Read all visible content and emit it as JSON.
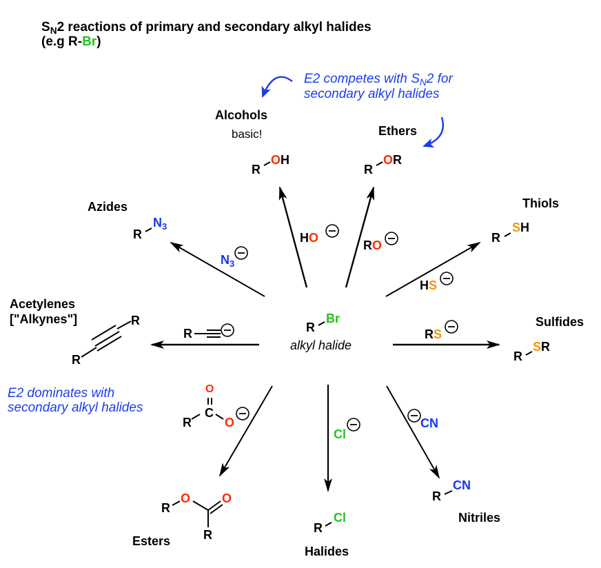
{
  "colors": {
    "black": "#000000",
    "oxygen": "#ff2a00",
    "sulfur": "#f2940c",
    "nitrogen": "#1536f5",
    "halogen": "#22c41c",
    "note": "#1a3df0"
  },
  "title": {
    "line1_s": "S",
    "line1_sub": "N",
    "line1_rest": "2 reactions of primary and secondary alkyl halides",
    "line2_pre": "(e.g R-",
    "line2_br": "Br",
    "line2_post": ")"
  },
  "center": {
    "r": "R",
    "halide": "Br",
    "caption": "alkyl halide"
  },
  "notes": {
    "e2_competes_a": "E2 competes with S",
    "e2_competes_sub": "N",
    "e2_competes_b": "2 for",
    "e2_competes_line2": "secondary alkyl halides",
    "e2_dominates_line1": "E2 dominates with",
    "e2_dominates_line2": "secondary alkyl halides"
  },
  "products": {
    "alcohols": {
      "name": "Alcohols",
      "remark": "basic!",
      "r": "R",
      "heteroatom": "O",
      "tail": "H"
    },
    "ethers": {
      "name": "Ethers",
      "r": "R",
      "heteroatom": "O",
      "tail": "R"
    },
    "azides": {
      "name": "Azides",
      "r": "R",
      "group": "N",
      "group_sub": "3"
    },
    "thiols": {
      "name": "Thiols",
      "r": "R",
      "heteroatom": "S",
      "tail": "H"
    },
    "acetylenes": {
      "name_line1": "Acetylenes",
      "name_line2": "[\"Alkynes\"]",
      "r1": "R",
      "r2": "R"
    },
    "sulfides": {
      "name": "Sulfides",
      "r": "R",
      "heteroatom": "S",
      "tail": "R"
    },
    "esters": {
      "name": "Esters",
      "r1": "R",
      "o_single": "O",
      "o_double": "O",
      "r2": "R"
    },
    "halides": {
      "name": "Halides",
      "r": "R",
      "halogen": "Cl"
    },
    "nitriles": {
      "name": "Nitriles",
      "r": "R",
      "group": "CN"
    }
  },
  "reagents": {
    "hydroxide": {
      "h": "H",
      "o": "O",
      "charge": "−"
    },
    "alkoxide": {
      "r": "R",
      "o": "O",
      "charge": "−"
    },
    "azide": {
      "n": "N",
      "sub": "3",
      "charge": "−"
    },
    "hydrosulfide": {
      "h": "H",
      "s": "S",
      "charge": "−"
    },
    "acetylide": {
      "r": "R",
      "charge": "−"
    },
    "thiolate": {
      "r": "R",
      "s": "S",
      "charge": "−"
    },
    "carboxylate": {
      "o_top": "O",
      "c": "C",
      "r": "R",
      "o": "O",
      "charge": "−"
    },
    "chloride": {
      "cl": "Cl",
      "charge": "−"
    },
    "cyanide": {
      "cn": "CN",
      "charge": "−"
    }
  }
}
